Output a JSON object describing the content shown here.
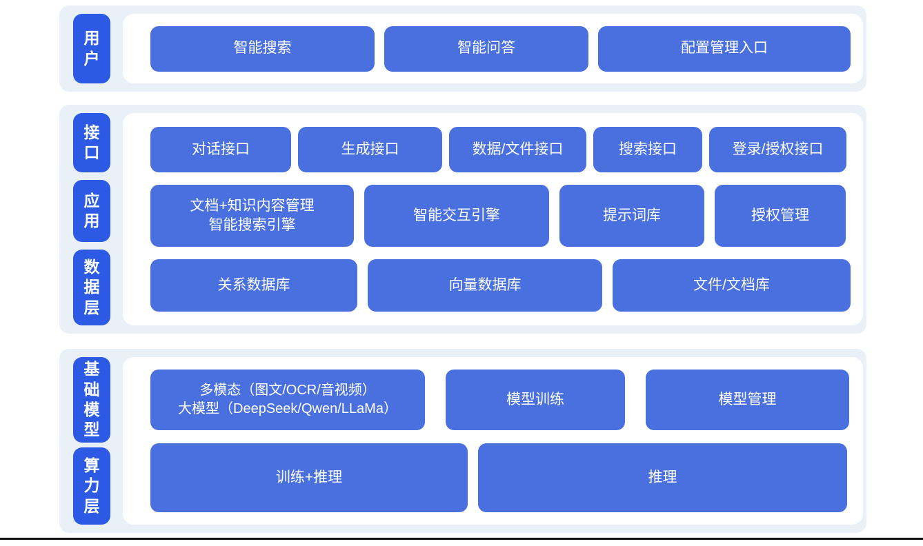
{
  "diagram": {
    "type": "layered-architecture",
    "colors": {
      "section_background": "#EAF0F8",
      "panel_background": "#FFFFFF",
      "label_pill_blue": "#2D5AE5",
      "box_blue": "#4A70E0",
      "text_white": "#FFFFFF",
      "bottom_divider": "#101010"
    }
  },
  "sections": [
    {
      "name": "user-layer",
      "labels": [
        {
          "text": "用户"
        }
      ],
      "rows": [
        {
          "boxes": [
            {
              "text": "智能搜索"
            },
            {
              "text": "智能问答"
            },
            {
              "text": "配置管理入口"
            }
          ]
        }
      ]
    },
    {
      "name": "interface-application-data-layer",
      "labels": [
        {
          "text": "接口"
        },
        {
          "text": "应用"
        },
        {
          "text": "数据层"
        }
      ],
      "rows": [
        {
          "boxes": [
            {
              "text": "对话接口"
            },
            {
              "text": "生成接口"
            },
            {
              "text": "数据/文件接口"
            },
            {
              "text": "搜索接口"
            },
            {
              "text": "登录/授权接口"
            }
          ]
        },
        {
          "boxes": [
            {
              "text": "文档+知识内容管理\n智能搜索引擎"
            },
            {
              "text": "智能交互引擎"
            },
            {
              "text": "提示词库"
            },
            {
              "text": "授权管理"
            }
          ]
        },
        {
          "boxes": [
            {
              "text": "关系数据库"
            },
            {
              "text": "向量数据库"
            },
            {
              "text": "文件/文档库"
            }
          ]
        }
      ]
    },
    {
      "name": "foundation-model-compute-layer",
      "labels": [
        {
          "text": "基础模型"
        },
        {
          "text": "算力层"
        }
      ],
      "rows": [
        {
          "boxes": [
            {
              "text": "多模态（图文/OCR/音视频）\n大模型（DeepSeek/Qwen/LLaMa）"
            },
            {
              "text": "模型训练"
            },
            {
              "text": "模型管理"
            }
          ]
        },
        {
          "boxes": [
            {
              "text": "训练+推理"
            },
            {
              "text": "推理"
            }
          ]
        }
      ]
    }
  ]
}
